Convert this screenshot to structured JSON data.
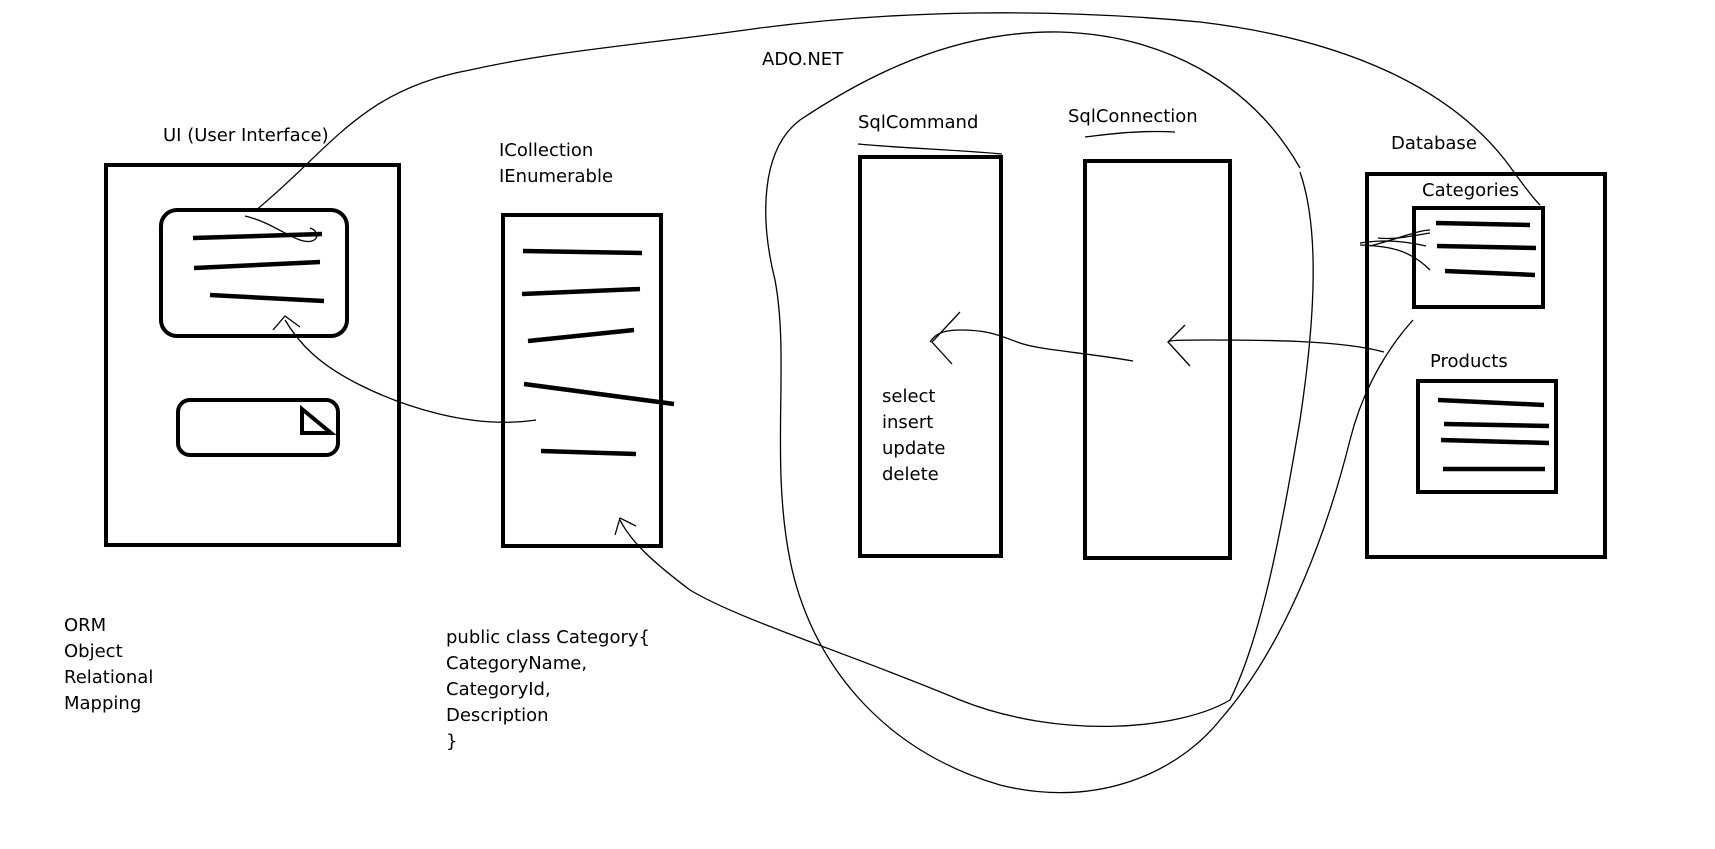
{
  "labels": {
    "ado_net": "ADO.NET",
    "ui": "UI (User Interface)",
    "icollection": "ICollection",
    "ienumerable": "IEnumerable",
    "sqlcommand": "SqlCommand",
    "sqlconnection": "SqlConnection",
    "database": "Database",
    "categories": "Categories",
    "products": "Products"
  },
  "sql_ops": [
    "select",
    "insert",
    "update",
    "delete"
  ],
  "orm": [
    "ORM",
    "Object",
    "Relational",
    "Mapping"
  ],
  "code": [
    "public class Category{",
    "CategoryName,",
    "CategoryId,",
    "Description",
    "}"
  ]
}
